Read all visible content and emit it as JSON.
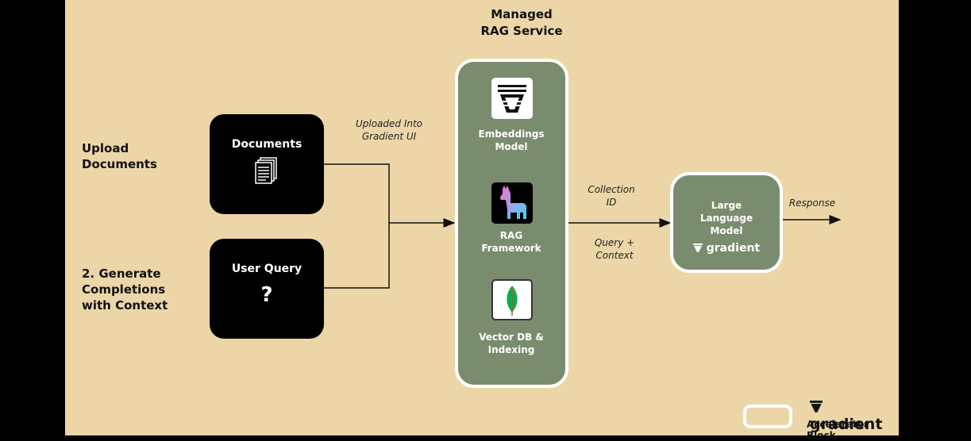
{
  "diagram": {
    "title_line1": "Managed",
    "title_line2": "RAG Service",
    "upload_label_line1": "Upload",
    "upload_label_line2": "Documents",
    "generate_label_line1": "2. Generate",
    "generate_label_line2": "Completions",
    "generate_label_line3": "with Context",
    "documents_card_title": "Documents",
    "user_query_card_title": "User Query",
    "user_query_symbol": "?",
    "uploaded_note_line1": "Uploaded Into",
    "uploaded_note_line2": "Gradient UI",
    "embeddings_line1": "Embeddings",
    "embeddings_line2": "Model",
    "rag_line1": "RAG",
    "rag_line2": "Framework",
    "vector_line1": "Vector DB &",
    "vector_line2": "Indexing",
    "collection_line1": "Collection",
    "collection_line2": "ID",
    "query_context_line1": "Query +",
    "query_context_line2": "Context",
    "llm_line1": "Large",
    "llm_line2": "Language",
    "llm_line3": "Model",
    "llm_logo_text": "gradient",
    "response_label": "Response",
    "legend_logo_text": "gradient",
    "legend_label": "Accelerator Block"
  },
  "colors": {
    "background": "#ecd6a8",
    "panel_green": "#7a8c6e",
    "card_black": "#000000",
    "border_white": "#ffffff",
    "line": "#111111"
  }
}
